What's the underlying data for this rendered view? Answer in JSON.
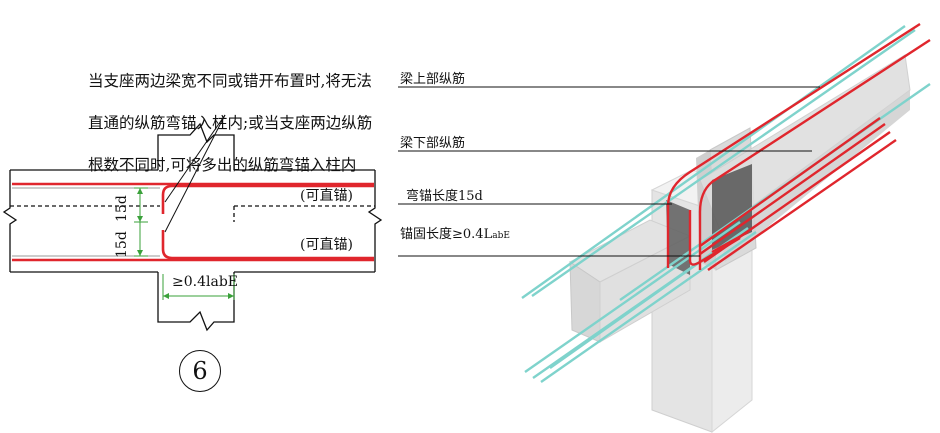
{
  "note": {
    "lines": [
      "当支座两边梁宽不同或错开布置时,将无法",
      "直通的纵筋弯锚入柱内;或当支座两边纵筋",
      "根数不同时,可将多出的纵筋弯锚入柱内"
    ]
  },
  "section": {
    "straight_anchor_top": "(可直锚)",
    "straight_anchor_bottom": "(可直锚)",
    "dim_15d_a": "15d",
    "dim_15d_b": "15d",
    "dim_anchor": "≥0.4labE",
    "detail_number": "6"
  },
  "legend": {
    "top_bars": "梁上部纵筋",
    "bottom_bars": "梁下部纵筋",
    "bend_length": "弯锚长度15d",
    "anchor_length": "锚固长度≥0.4L",
    "anchor_length_sub": "abE"
  },
  "colors": {
    "rebar_red": "#e0262d",
    "rebar_cyan": "#7fd3cc",
    "dim_green": "#3aa13a",
    "concrete": "#e6e6e6"
  }
}
